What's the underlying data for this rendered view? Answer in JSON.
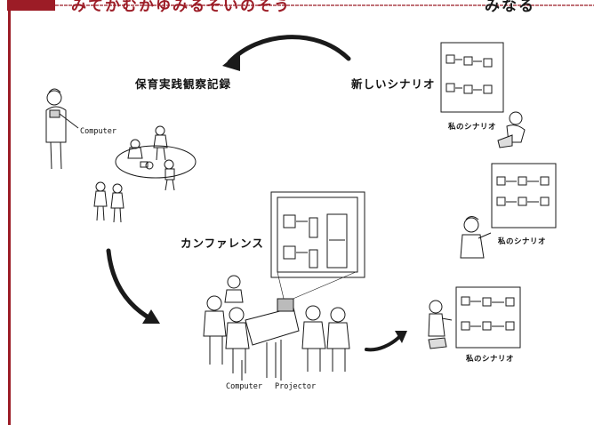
{
  "colors": {
    "accent": "#9c1c26",
    "line": "#1a1a1a"
  },
  "header": {
    "title_fragment": "みてかむかゆみるそいのそう",
    "right_fragment": "みなる"
  },
  "labels": {
    "observation_record": "保育実践観察記録",
    "new_scenario": "新しいシナリオ",
    "conference": "カンファレンス",
    "my_scenario_1": "私のシナリオ",
    "my_scenario_2": "私のシナリオ",
    "my_scenario_3": "私のシナリオ",
    "computer_top": "Computer",
    "computer_bottom": "Computer",
    "projector": "Projector"
  }
}
